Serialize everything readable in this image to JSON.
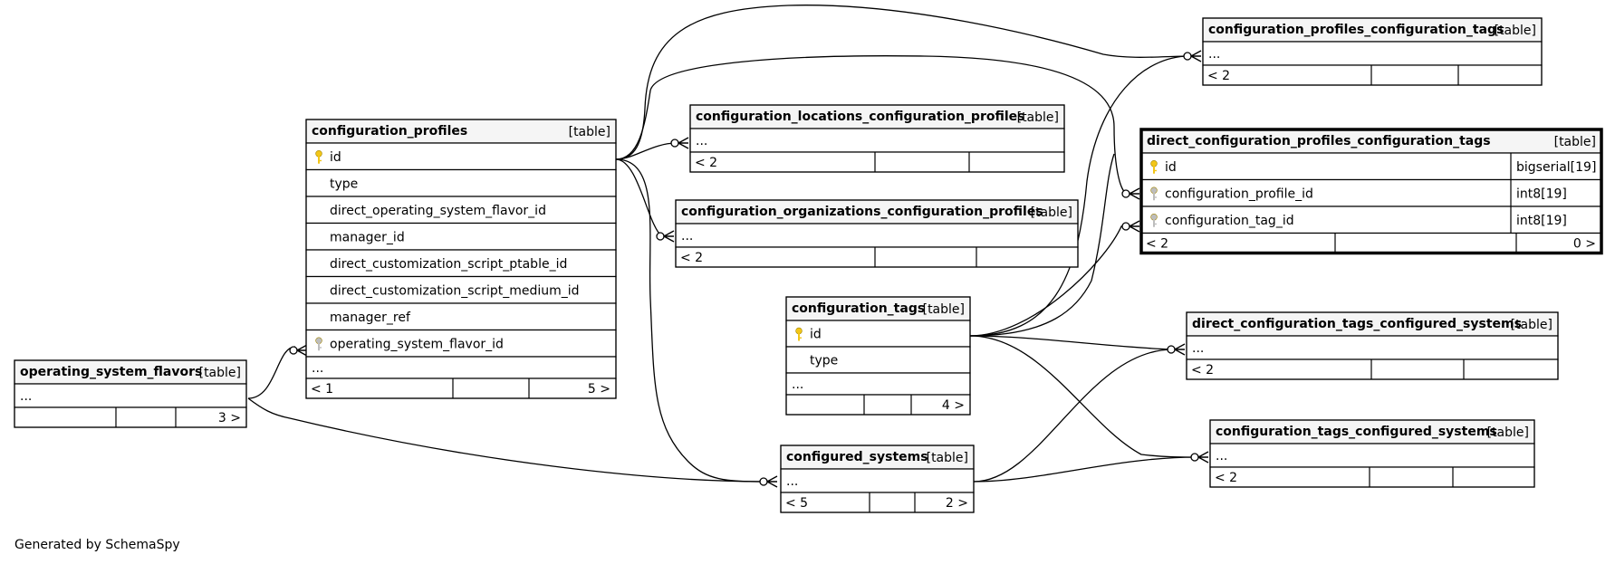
{
  "footer": "Generated by SchemaSpy",
  "tables": [
    {
      "name": "operating_system_flavors",
      "tag": "[table]",
      "rows": [
        {
          "label": "...",
          "key": ""
        }
      ],
      "footer": [
        "",
        "",
        "3 >"
      ]
    },
    {
      "name": "configuration_profiles",
      "tag": "[table]",
      "rows": [
        {
          "label": "id",
          "key": "pk"
        },
        {
          "label": "type",
          "key": ""
        },
        {
          "label": "direct_operating_system_flavor_id",
          "key": ""
        },
        {
          "label": "manager_id",
          "key": ""
        },
        {
          "label": "direct_customization_script_ptable_id",
          "key": ""
        },
        {
          "label": "direct_customization_script_medium_id",
          "key": ""
        },
        {
          "label": "manager_ref",
          "key": ""
        },
        {
          "label": "operating_system_flavor_id",
          "key": "fk"
        },
        {
          "label": "...",
          "key": ""
        }
      ],
      "footer": [
        "< 1",
        "",
        "5 >"
      ]
    },
    {
      "name": "configuration_locations_configuration_profiles",
      "tag": "[table]",
      "rows": [
        {
          "label": "...",
          "key": ""
        }
      ],
      "footer": [
        "< 2",
        "",
        ""
      ]
    },
    {
      "name": "configuration_organizations_configuration_profiles",
      "tag": "[table]",
      "rows": [
        {
          "label": "...",
          "key": ""
        }
      ],
      "footer": [
        "< 2",
        "",
        ""
      ]
    },
    {
      "name": "configuration_tags",
      "tag": "[table]",
      "rows": [
        {
          "label": "id",
          "key": "pk"
        },
        {
          "label": "type",
          "key": ""
        },
        {
          "label": "...",
          "key": ""
        }
      ],
      "footer": [
        "",
        "",
        "4 >"
      ]
    },
    {
      "name": "configured_systems",
      "tag": "[table]",
      "rows": [
        {
          "label": "...",
          "key": ""
        }
      ],
      "footer": [
        "< 5",
        "",
        "2 >"
      ]
    },
    {
      "name": "configuration_profiles_configuration_tags",
      "tag": "[table]",
      "rows": [
        {
          "label": "...",
          "key": ""
        }
      ],
      "footer": [
        "< 2",
        "",
        ""
      ]
    },
    {
      "name": "direct_configuration_profiles_configuration_tags",
      "tag": "[table]",
      "focus": true,
      "rows": [
        {
          "label": "id",
          "key": "pk",
          "type": "bigserial[19]"
        },
        {
          "label": "configuration_profile_id",
          "key": "fk",
          "type": "int8[19]"
        },
        {
          "label": "configuration_tag_id",
          "key": "fk",
          "type": "int8[19]"
        }
      ],
      "footer": [
        "< 2",
        "",
        "0 >"
      ]
    },
    {
      "name": "direct_configuration_tags_configured_systems",
      "tag": "[table]",
      "rows": [
        {
          "label": "...",
          "key": ""
        }
      ],
      "footer": [
        "< 2",
        "",
        ""
      ]
    },
    {
      "name": "configuration_tags_configured_systems",
      "tag": "[table]",
      "rows": [
        {
          "label": "...",
          "key": ""
        }
      ],
      "footer": [
        "< 2",
        "",
        ""
      ]
    }
  ],
  "relationships": [
    {
      "from": "operating_system_flavors",
      "to": "configuration_profiles"
    },
    {
      "from": "operating_system_flavors",
      "to": "configured_systems"
    },
    {
      "from": "configuration_profiles",
      "to": "configuration_locations_configuration_profiles"
    },
    {
      "from": "configuration_profiles",
      "to": "configuration_organizations_configuration_profiles"
    },
    {
      "from": "configuration_profiles",
      "to": "configured_systems"
    },
    {
      "from": "configuration_profiles",
      "to": "configuration_profiles_configuration_tags"
    },
    {
      "from": "configuration_profiles",
      "to": "direct_configuration_profiles_configuration_tags"
    },
    {
      "from": "configuration_tags",
      "to": "configuration_profiles_configuration_tags"
    },
    {
      "from": "configuration_tags",
      "to": "direct_configuration_profiles_configuration_tags"
    },
    {
      "from": "configuration_tags",
      "to": "direct_configuration_tags_configured_systems"
    },
    {
      "from": "configuration_tags",
      "to": "configuration_tags_configured_systems"
    },
    {
      "from": "configured_systems",
      "to": "direct_configuration_tags_configured_systems"
    },
    {
      "from": "configured_systems",
      "to": "configuration_tags_configured_systems"
    }
  ]
}
